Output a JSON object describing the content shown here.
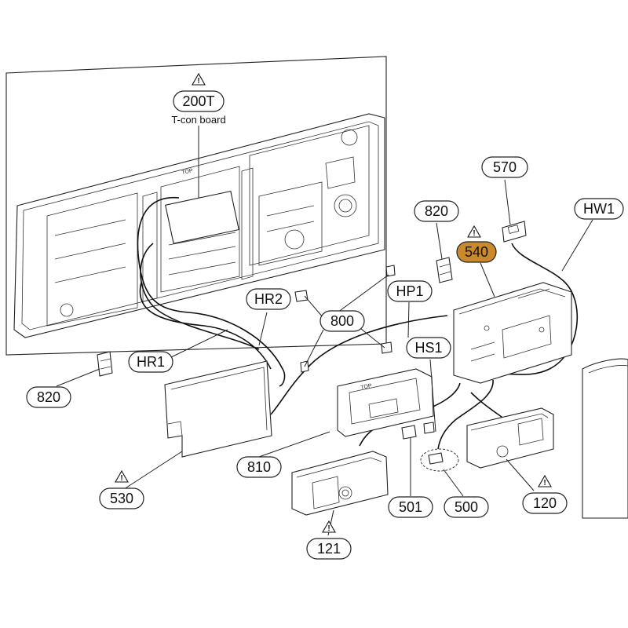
{
  "colors": {
    "line": "#222222",
    "highlight_fill": "#c98a2b",
    "background": "#ffffff"
  },
  "parts": {
    "p200T": {
      "label": "200T",
      "caption": "T-con board",
      "warning_icon": "warning-triangle-icon"
    },
    "p570": {
      "label": "570"
    },
    "p820a": {
      "label": "820"
    },
    "p540": {
      "label": "540",
      "warning_icon": "warning-triangle-icon",
      "highlighted": true
    },
    "pHW1": {
      "label": "HW1"
    },
    "pHR2": {
      "label": "HR2"
    },
    "pHP1": {
      "label": "HP1"
    },
    "p800": {
      "label": "800"
    },
    "pHS1": {
      "label": "HS1"
    },
    "pHR1": {
      "label": "HR1"
    },
    "p820b": {
      "label": "820"
    },
    "p810": {
      "label": "810"
    },
    "p530": {
      "label": "530",
      "warning_icon": "warning-triangle-icon"
    },
    "p501": {
      "label": "501"
    },
    "p500": {
      "label": "500"
    },
    "p120": {
      "label": "120",
      "warning_icon": "warning-triangle-icon"
    },
    "p121": {
      "label": "121",
      "warning_icon": "warning-triangle-icon"
    }
  }
}
